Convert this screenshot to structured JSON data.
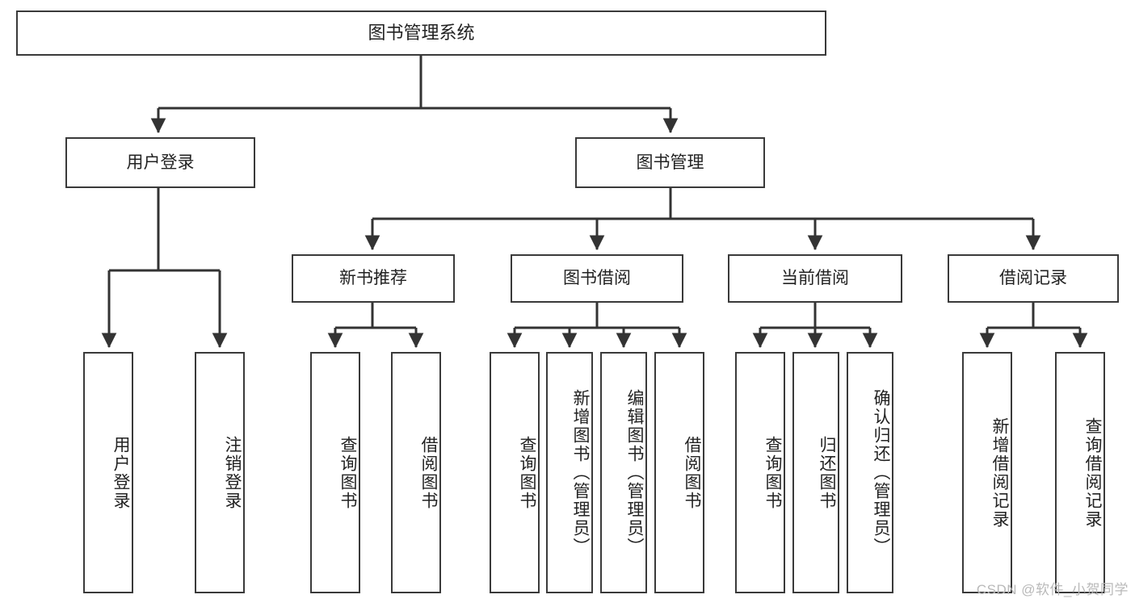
{
  "diagram": {
    "title": "图书管理系统",
    "type": "tree-hierarchy-diagram",
    "colors": {
      "box_border": "#3a3a3a",
      "box_fill": "#ffffff",
      "connector": "#333333",
      "text": "#222222",
      "watermark": "#b9b9b9"
    },
    "root": {
      "label": "图书管理系统"
    },
    "level1": [
      {
        "label": "用户登录"
      },
      {
        "label": "图书管理"
      }
    ],
    "level2": [
      {
        "label": "新书推荐"
      },
      {
        "label": "图书借阅"
      },
      {
        "label": "当前借阅"
      },
      {
        "label": "借阅记录"
      }
    ],
    "leaves": {
      "user_login": [
        {
          "label": "用户登录"
        },
        {
          "label": "注销登录"
        }
      ],
      "new_book_recommend": [
        {
          "label": "查询图书"
        },
        {
          "label": "借阅图书"
        }
      ],
      "book_borrow": [
        {
          "label": "查询图书"
        },
        {
          "label": "新增图书（管理员）"
        },
        {
          "label": "编辑图书（管理员）"
        },
        {
          "label": "借阅图书"
        }
      ],
      "current_borrow": [
        {
          "label": "查询图书"
        },
        {
          "label": "归还图书"
        },
        {
          "label": "确认归还（管理员）"
        }
      ],
      "borrow_records": [
        {
          "label": "新增借阅记录"
        },
        {
          "label": "查询借阅记录"
        }
      ]
    },
    "watermark": "CSDN @软件_小贺同学"
  }
}
